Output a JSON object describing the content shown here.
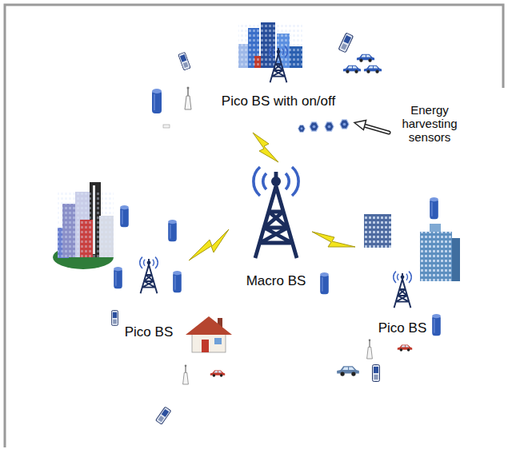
{
  "diagram": {
    "nodes": [
      {
        "text": [
          "Macro BS"
        ]
      },
      {
        "text": [
          "Pico BS with on/off"
        ],
        "in": 0
      },
      {
        "text": [
          "Pico BS"
        ],
        "in": 0
      },
      {
        "text": [
          "Pico BS"
        ],
        "in": 0
      },
      {
        "text": [
          "Energy harvesting sensors"
        ],
        "in": 0
      }
    ]
  }
}
